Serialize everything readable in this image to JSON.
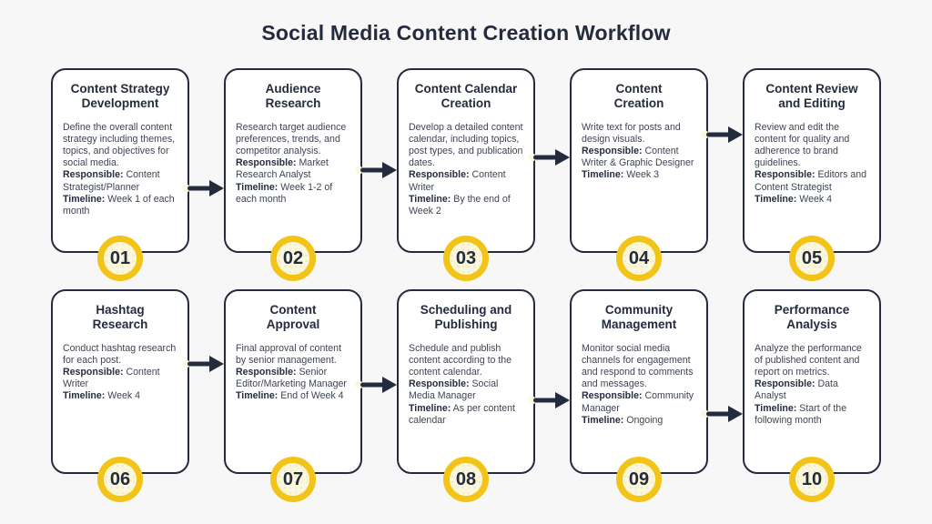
{
  "title": "Social Media Content Creation Workflow",
  "labels": {
    "responsible": "Responsible:",
    "timeline": "Timeline:"
  },
  "colors": {
    "bg": "#f7f7f8",
    "card_bg": "#ffffff",
    "navy": "#242b3d",
    "body_text": "#3e4453",
    "label_text": "#272e40",
    "gold": "#f2c418",
    "badge_fill": "#fbf7dc",
    "dot": "#fdf8e2"
  },
  "steps": [
    {
      "number": "01",
      "title": "Content Strategy Development",
      "title_lines": [
        "Content Strategy",
        "Development"
      ],
      "description": "Define the overall content strategy including themes, topics, and objectives for social media.",
      "responsible": "Content Strategist/Planner",
      "timeline": "Week 1 of each month"
    },
    {
      "number": "02",
      "title": "Audience Research",
      "title_lines": [
        "Audience",
        "Research"
      ],
      "description": "Research target audience preferences, trends, and competitor analysis.",
      "responsible": "Market Research Analyst",
      "timeline": "Week 1-2 of each month"
    },
    {
      "number": "03",
      "title": "Content Calendar Creation",
      "title_lines": [
        "Content Calendar",
        "Creation"
      ],
      "description": "Develop a detailed content calendar, including topics, post types, and publication dates.",
      "responsible": "Content Writer",
      "timeline": "By the end of Week 2"
    },
    {
      "number": "04",
      "title": "Content Creation",
      "title_lines": [
        "Content",
        "Creation"
      ],
      "description": "Write text for posts and design visuals.",
      "responsible": "Content Writer & Graphic Designer",
      "timeline": "Week 3"
    },
    {
      "number": "05",
      "title": "Content Review and Editing",
      "title_lines": [
        "Content Review",
        "and Editing"
      ],
      "description": "Review and edit the content for quality and adherence to brand guidelines.",
      "responsible": "Editors and Content Strategist",
      "timeline": "Week 4"
    },
    {
      "number": "06",
      "title": "Hashtag Research",
      "title_lines": [
        "Hashtag",
        "Research"
      ],
      "description": "Conduct hashtag research for each post.",
      "responsible": "Content Writer",
      "timeline": "Week 4"
    },
    {
      "number": "07",
      "title": "Content Approval",
      "title_lines": [
        "Content",
        "Approval"
      ],
      "description": "Final approval of content by senior management.",
      "responsible": "Senior Editor/Marketing Manager",
      "timeline": "End of Week 4"
    },
    {
      "number": "08",
      "title": "Scheduling and Publishing",
      "title_lines": [
        "Scheduling and",
        "Publishing"
      ],
      "description": "Schedule and publish content according to the content calendar.",
      "responsible": "Social Media Manager",
      "timeline": "As per content calendar"
    },
    {
      "number": "09",
      "title": "Community Management",
      "title_lines": [
        "Community",
        "Management"
      ],
      "description": "Monitor social media channels for engagement and respond to comments and messages.",
      "responsible": "Community Manager",
      "timeline": "Ongoing"
    },
    {
      "number": "10",
      "title": "Performance Analysis",
      "title_lines": [
        "Performance",
        "Analysis"
      ],
      "description": "Analyze the performance of published content and report on metrics.",
      "responsible": "Data Analyst",
      "timeline": "Start of the following month"
    }
  ]
}
